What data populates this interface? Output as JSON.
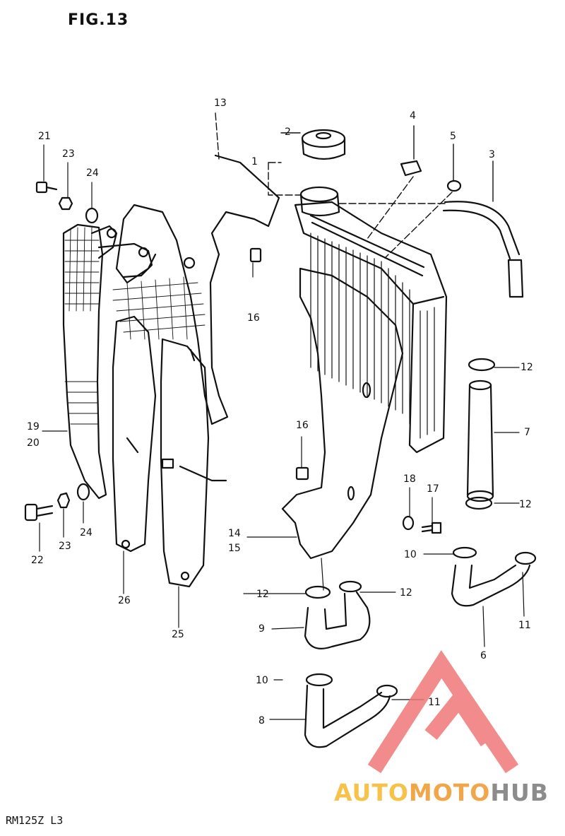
{
  "figure": {
    "title": "FIG.13",
    "model_code": "RM125Z L3"
  },
  "watermark": {
    "part1": "AUTO",
    "part2": "MOTO",
    "part3": "HUB",
    "colors": {
      "triangle": "#f07878",
      "auto": "#f6c24a",
      "moto": "#f2a64a",
      "hub": "#8c8c8c"
    }
  },
  "callouts": {
    "c1": "1",
    "c2": "2",
    "c3": "3",
    "c4": "4",
    "c5": "5",
    "c6": "6",
    "c7": "7",
    "c8": "8",
    "c9": "9",
    "c10a": "10",
    "c10b": "10",
    "c11a": "11",
    "c11b": "11",
    "c12a": "12",
    "c12b": "12",
    "c12c": "12",
    "c12d": "12",
    "c13": "13",
    "c14": "14",
    "c15": "15",
    "c16a": "16",
    "c16b": "16",
    "c17": "17",
    "c18": "18",
    "c19": "19",
    "c20": "20",
    "c21": "21",
    "c22": "22",
    "c23a": "23",
    "c23b": "23",
    "c24a": "24",
    "c24b": "24",
    "c25": "25",
    "c26": "26"
  }
}
